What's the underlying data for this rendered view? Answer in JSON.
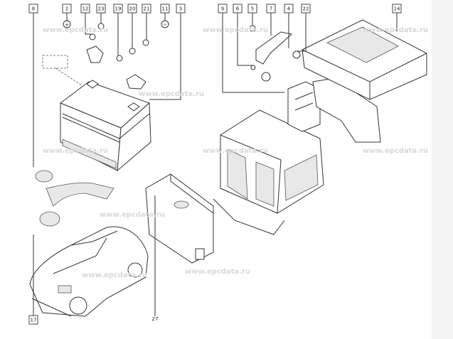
{
  "diagram": {
    "title": "Battery and battery tray exploded view",
    "callouts": [
      "8",
      "2",
      "12",
      "23",
      "19",
      "20",
      "21",
      "11",
      "3",
      "9",
      "6",
      "5",
      "7",
      "4",
      "22",
      "14",
      "17",
      "27"
    ],
    "terminal_symbols": {
      "positive": "+",
      "negative": "−"
    },
    "watermark": "www.epcdata.ru"
  }
}
